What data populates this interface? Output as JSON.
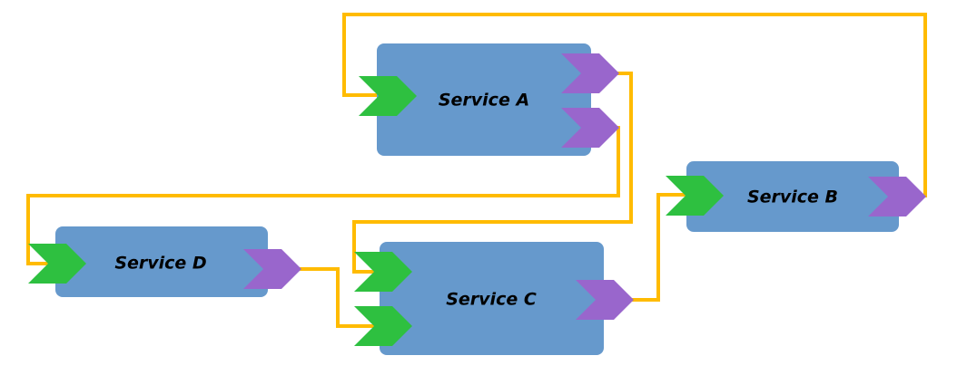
{
  "colors": {
    "service_box": "#6699cc",
    "input_port": "#2ec040",
    "output_port": "#9966cc",
    "connector": "#ffbb00"
  },
  "services": {
    "a": {
      "label": "Service A"
    },
    "b": {
      "label": "Service B"
    },
    "c": {
      "label": "Service C"
    },
    "d": {
      "label": "Service D"
    }
  }
}
